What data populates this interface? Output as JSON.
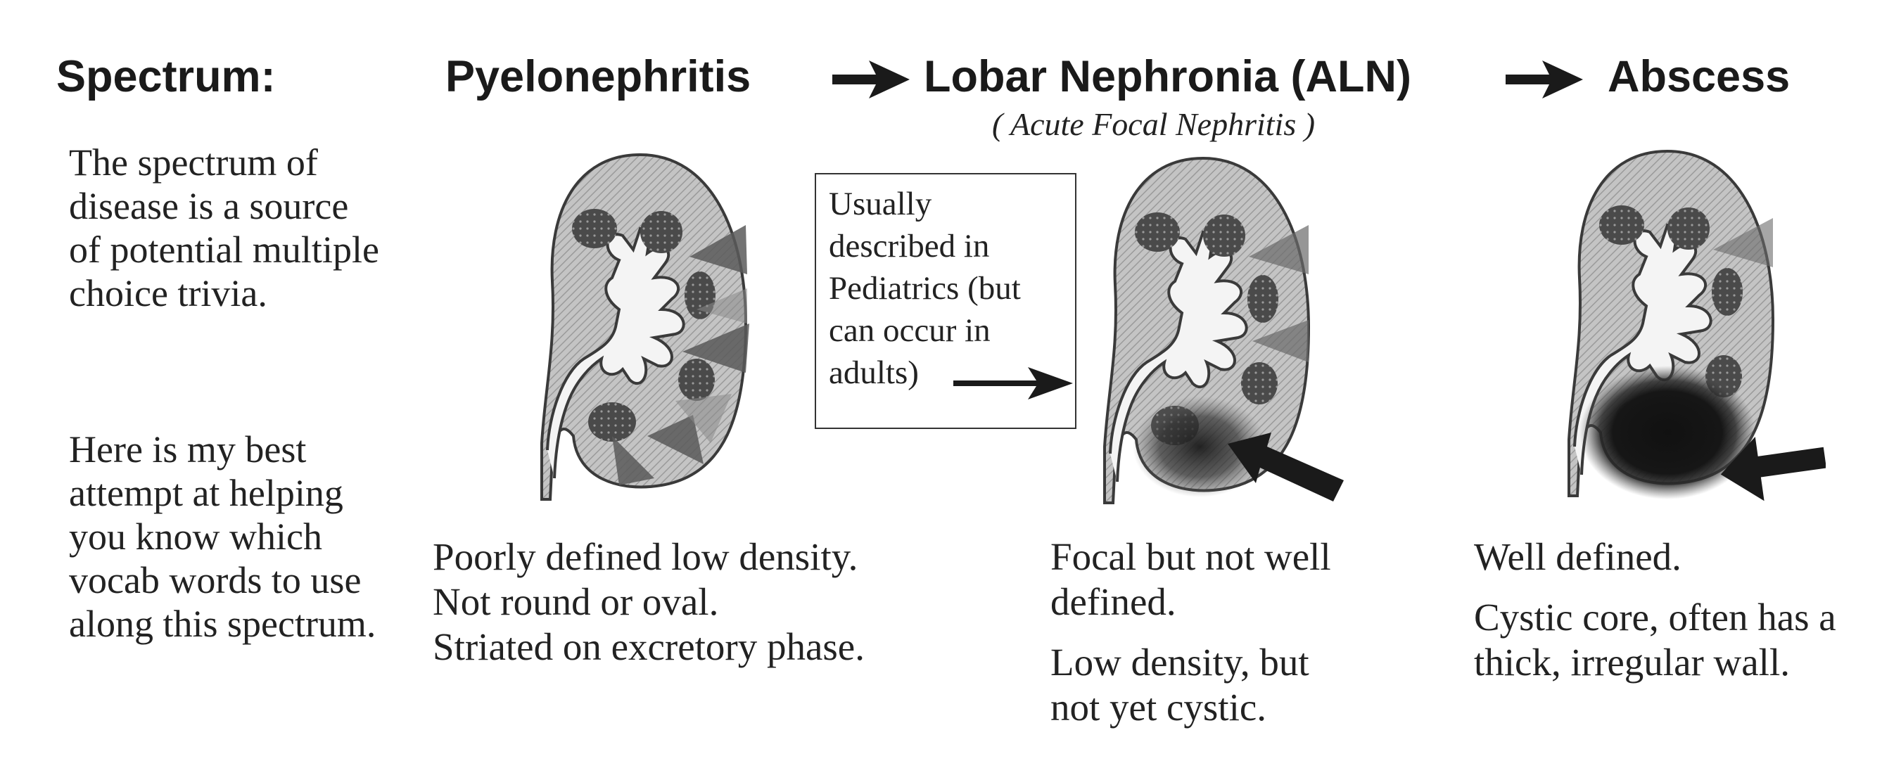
{
  "header": {
    "label": "Spectrum:",
    "stage1": "Pyelonephritis",
    "stage2": "Lobar Nephronia (ALN)",
    "stage3": "Abscess",
    "subtitle": "( Acute Focal Nephritis )"
  },
  "intro": {
    "para1": "The spectrum of disease is a source of potential multiple choice trivia.",
    "para2": "Here is my best attempt at helping you know which vocab words to use along this spectrum."
  },
  "note": {
    "text": "Usually described in Pediatrics (but can occur in adults)"
  },
  "captions": {
    "pyelo": [
      "Poorly defined low density.",
      "Not round or oval.",
      "Striated on excretory phase."
    ],
    "aln": [
      "Focal but not well defined.",
      "Low density, but not yet cystic."
    ],
    "abscess": [
      "Well defined.",
      "Cystic core, often has a thick, irregular wall."
    ]
  },
  "colors": {
    "text": "#222222",
    "kidney_fill": "#bdbdbd",
    "kidney_outline": "#3a3a3a",
    "pyramid": "#505050",
    "lesion": "#1c1c1c"
  },
  "icons": {
    "arrow": "right-arrow-icon",
    "kidney": "kidney-icon"
  }
}
